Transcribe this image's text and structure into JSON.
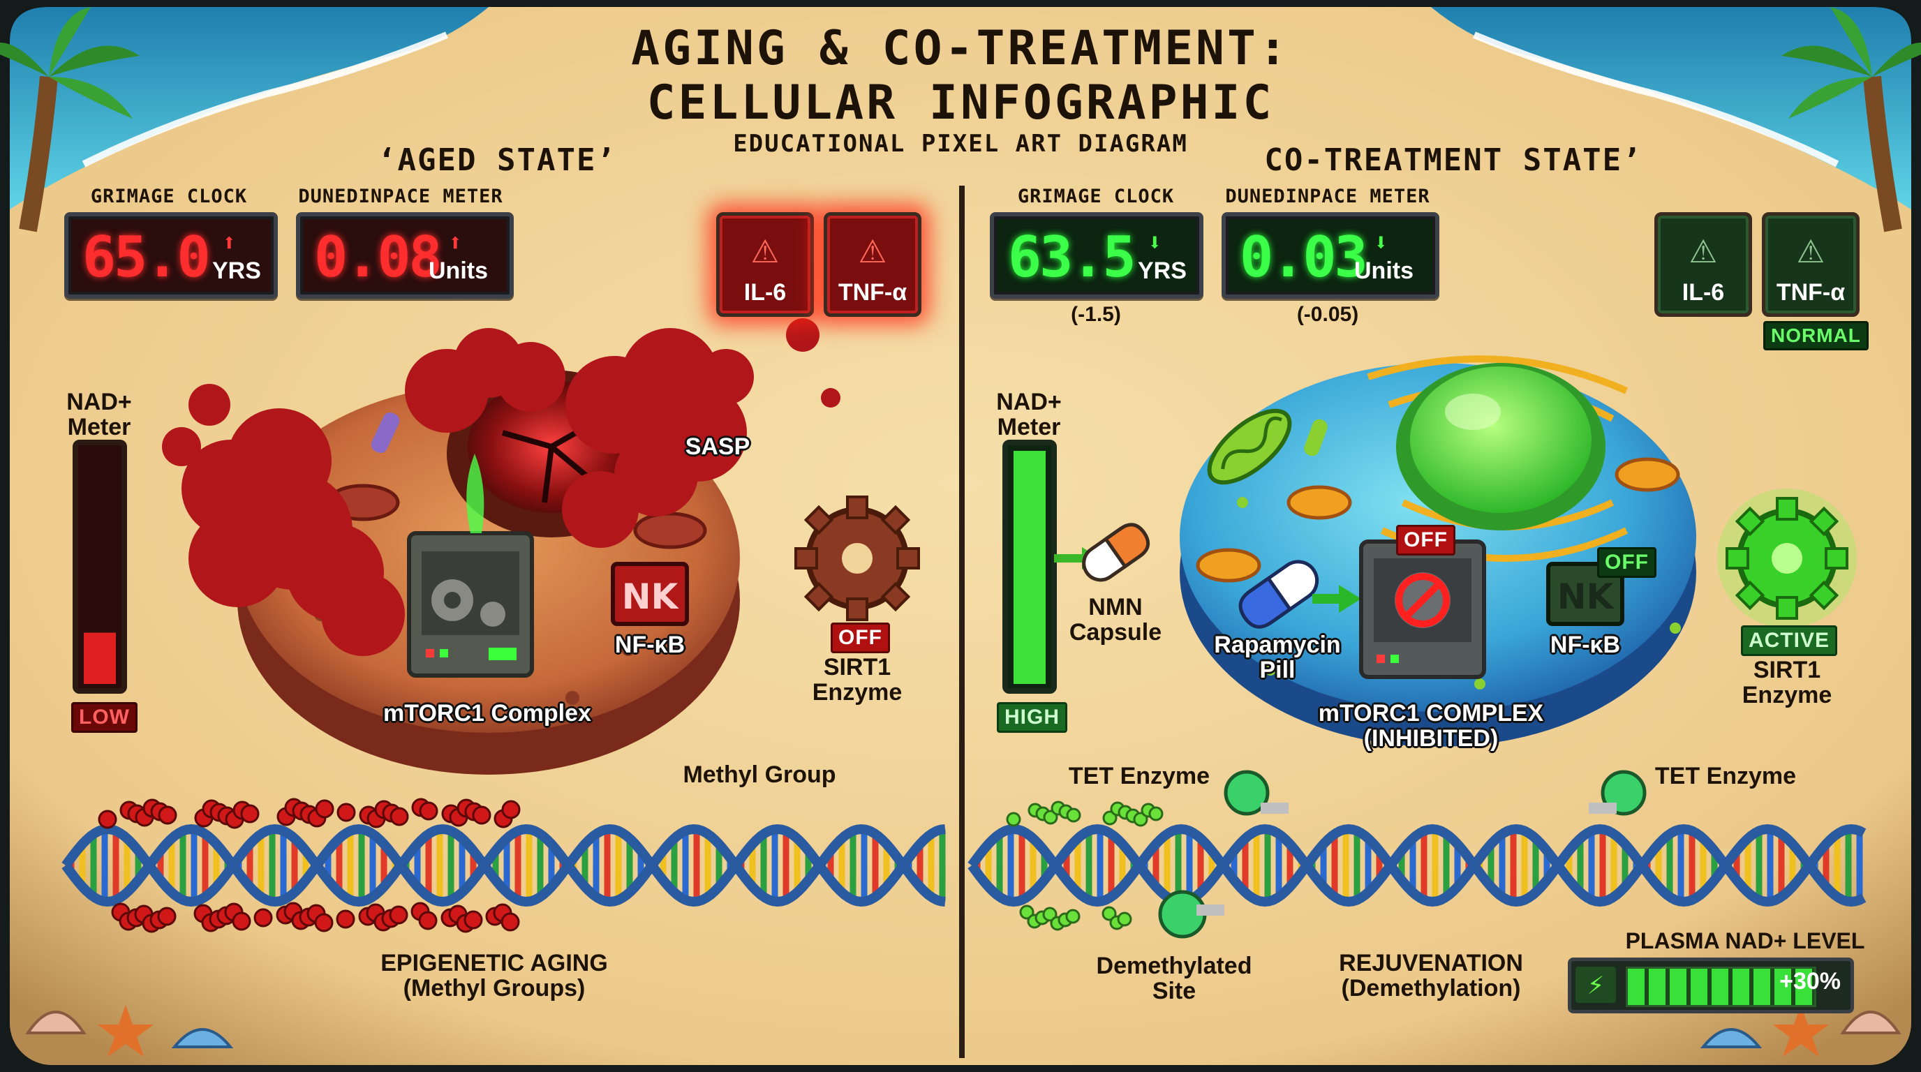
{
  "header": {
    "title_line1": "AGING & CO-TREATMENT:",
    "title_line2": "CELLULAR INFOGRAPHIC",
    "subtitle": "EDUCATIONAL PIXEL ART DIAGRAM"
  },
  "aged": {
    "state_title": "‘AGED STATE’",
    "grimage_label": "GRIMAGE CLOCK",
    "grimage_value": "65.0",
    "grimage_unit": "YRS",
    "grimage_trend": "up",
    "dunedin_label": "DUNEDINPACE METER",
    "dunedin_value": "0.08",
    "dunedin_unit": "Units",
    "dunedin_trend": "up",
    "alerts": [
      "IL-6",
      "TNF-α"
    ],
    "nad_meter_label_1": "NAD+",
    "nad_meter_label_2": "Meter",
    "nad_level_fraction": 0.22,
    "nad_status": "LOW",
    "sasp_label": "SASP",
    "mtorc1_label": "mTORC1 Complex",
    "nfkb_label": "NF-κB",
    "sirt1_badge": "OFF",
    "sirt1_label_1": "SIRT1",
    "sirt1_label_2": "Enzyme",
    "methyl_label": "Methyl Group",
    "dna_caption_1": "EPIGENETIC AGING",
    "dna_caption_2": "(Methyl Groups)"
  },
  "treated": {
    "state_title": "CO-TREATMENT STATE’",
    "grimage_label": "GRIMAGE CLOCK",
    "grimage_value": "63.5",
    "grimage_unit": "YRS",
    "grimage_trend": "down",
    "grimage_delta": "(-1.5)",
    "dunedin_label": "DUNEDINPACE METER",
    "dunedin_value": "0.03",
    "dunedin_unit": "Units",
    "dunedin_trend": "down",
    "dunedin_delta": "(-0.05)",
    "alerts": [
      "IL-6",
      "TNF-α"
    ],
    "alerts_status": "NORMAL",
    "nad_meter_label_1": "NAD+",
    "nad_meter_label_2": "Meter",
    "nad_level_fraction": 1.0,
    "nad_status": "HIGH",
    "nmn_label_1": "NMN",
    "nmn_label_2": "Capsule",
    "rapamycin_label_1": "Rapamycin",
    "rapamycin_label_2": "Pill",
    "mtorc1_badge": "OFF",
    "mtorc1_label_1": "mTORC1 COMPLEX",
    "mtorc1_label_2": "(INHIBITED)",
    "nfkb_badge": "OFF",
    "nfkb_label": "NF-κB",
    "sirt1_badge": "ACTIVE",
    "sirt1_label_1": "SIRT1",
    "sirt1_label_2": "Enzyme",
    "tet_label_left": "TET Enzyme",
    "tet_label_right": "TET Enzyme",
    "demethylated_label_1": "Demethylated",
    "demethylated_label_2": "Site",
    "rejuv_label_1": "REJUVENATION",
    "rejuv_label_2": "(Demethylation)",
    "plasma_label": "PLASMA NAD+ LEVEL",
    "plasma_value": "+30%"
  },
  "colors": {
    "sand": "#f1d8a0",
    "aged_red": "#ff2e2e",
    "treated_green": "#3cff4a",
    "divider": "#2a1e14"
  },
  "icons": [
    "palm-tree-icon",
    "warning-triangle-icon",
    "gear-icon",
    "nfkb-icon",
    "capsule-icon",
    "pill-icon",
    "prohibited-icon",
    "lightning-icon",
    "seashell-icon",
    "starfish-icon"
  ]
}
